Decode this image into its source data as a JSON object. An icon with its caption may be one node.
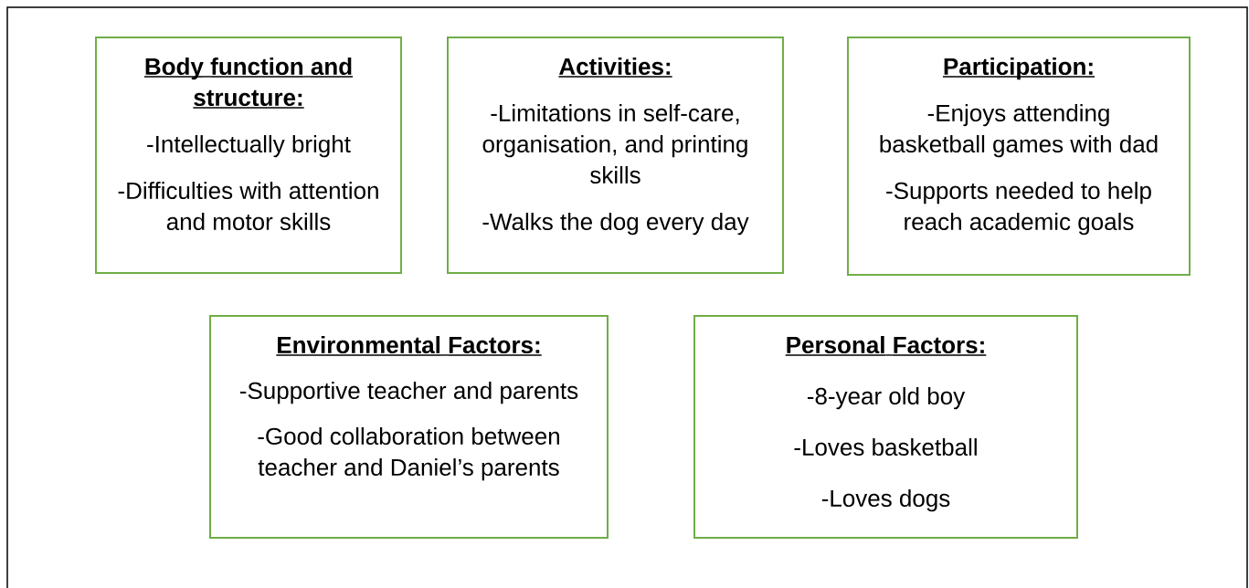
{
  "diagram": {
    "nodes": [
      {
        "text": [
          "Body function and structure:",
          "-Intellectually bright",
          "-Difficulties with attention and motor skills"
        ]
      },
      {
        "text": [
          "Activities:",
          "-Limitations in self-care, organisation, and printing skills",
          "-Walks the dog every day"
        ]
      },
      {
        "text": [
          "Participation:",
          "-Enjoys attending basketball games with dad",
          "-Supports needed to help reach academic goals"
        ]
      },
      {
        "text": [
          "Environmental Factors:",
          "-Supportive teacher and parents",
          "-Good collaboration between teacher and Daniel’s parents"
        ]
      },
      {
        "text": [
          "Personal Factors:",
          "-8-year old boy",
          "-Loves basketball",
          "-Loves dogs"
        ]
      }
    ]
  }
}
